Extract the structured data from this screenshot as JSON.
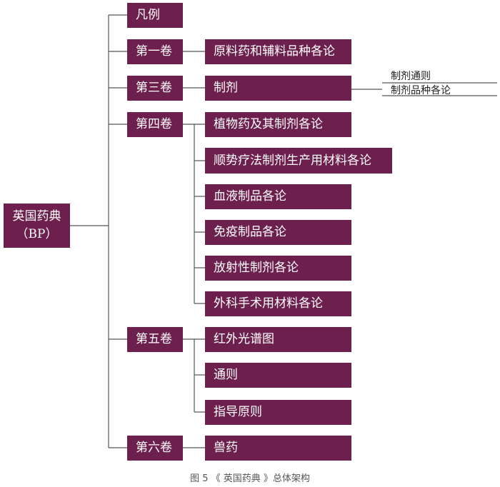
{
  "root": {
    "line1": "英国药典",
    "line2": "（BP）"
  },
  "volumes": {
    "v0": "凡例",
    "v1": "第一卷",
    "v3": "第三卷",
    "v4": "第四卷",
    "v5": "第五卷",
    "v6": "第六卷"
  },
  "items": {
    "v1_a": "原料药和辅料品种各论",
    "v3_a": "制剂",
    "v4_a": "植物药及其制剂各论",
    "v4_b": "顺势疗法制剂生产用材料各论",
    "v4_c": "血液制品各论",
    "v4_d": "免疫制品各论",
    "v4_e": "放射性制剂各论",
    "v4_f": "外科手术用材料各论",
    "v5_a": "红外光谱图",
    "v5_b": "通则",
    "v5_c": "指导原则",
    "v6_a": "兽药"
  },
  "sub_items": {
    "s1": "制剂通则",
    "s2": "制剂品种各论"
  },
  "caption": "图 5 《 英国药典 》总体架构",
  "colors": {
    "box": "#6d1f4d",
    "line": "#555555"
  }
}
